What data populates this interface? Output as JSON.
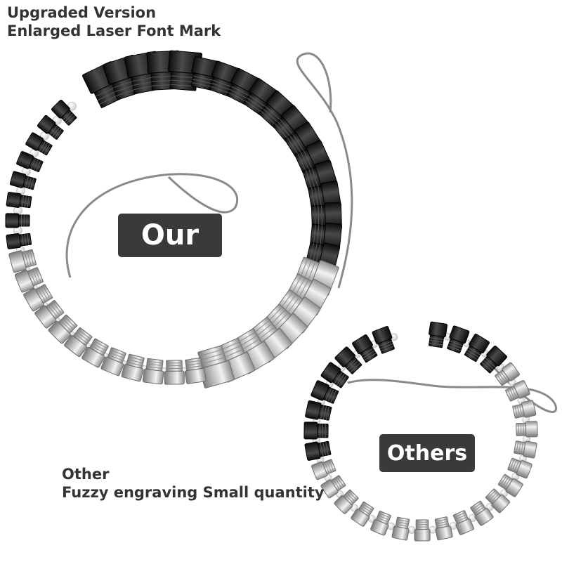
{
  "header": {
    "line1": "Upgraded Version",
    "line2": "Enlarged Laser Font Mark"
  },
  "footer": {
    "line1": "Other",
    "line2": "Fuzzy engraving Small quantity"
  },
  "labels": {
    "ours": "Our",
    "others": "Others"
  },
  "colors": {
    "text": "#333333",
    "badge_bg": "#3a3a3a",
    "badge_text": "#ffffff",
    "black_fitting": "#1c1c1c",
    "silver_fitting": "#c8c8c8",
    "bead": "#f4f4f4",
    "wire": "#8a8a8a"
  },
  "icons": [
    "black-thread-adapter-icon",
    "silver-thread-adapter-icon",
    "steel-wire-loop-icon",
    "white-bead-icon"
  ]
}
